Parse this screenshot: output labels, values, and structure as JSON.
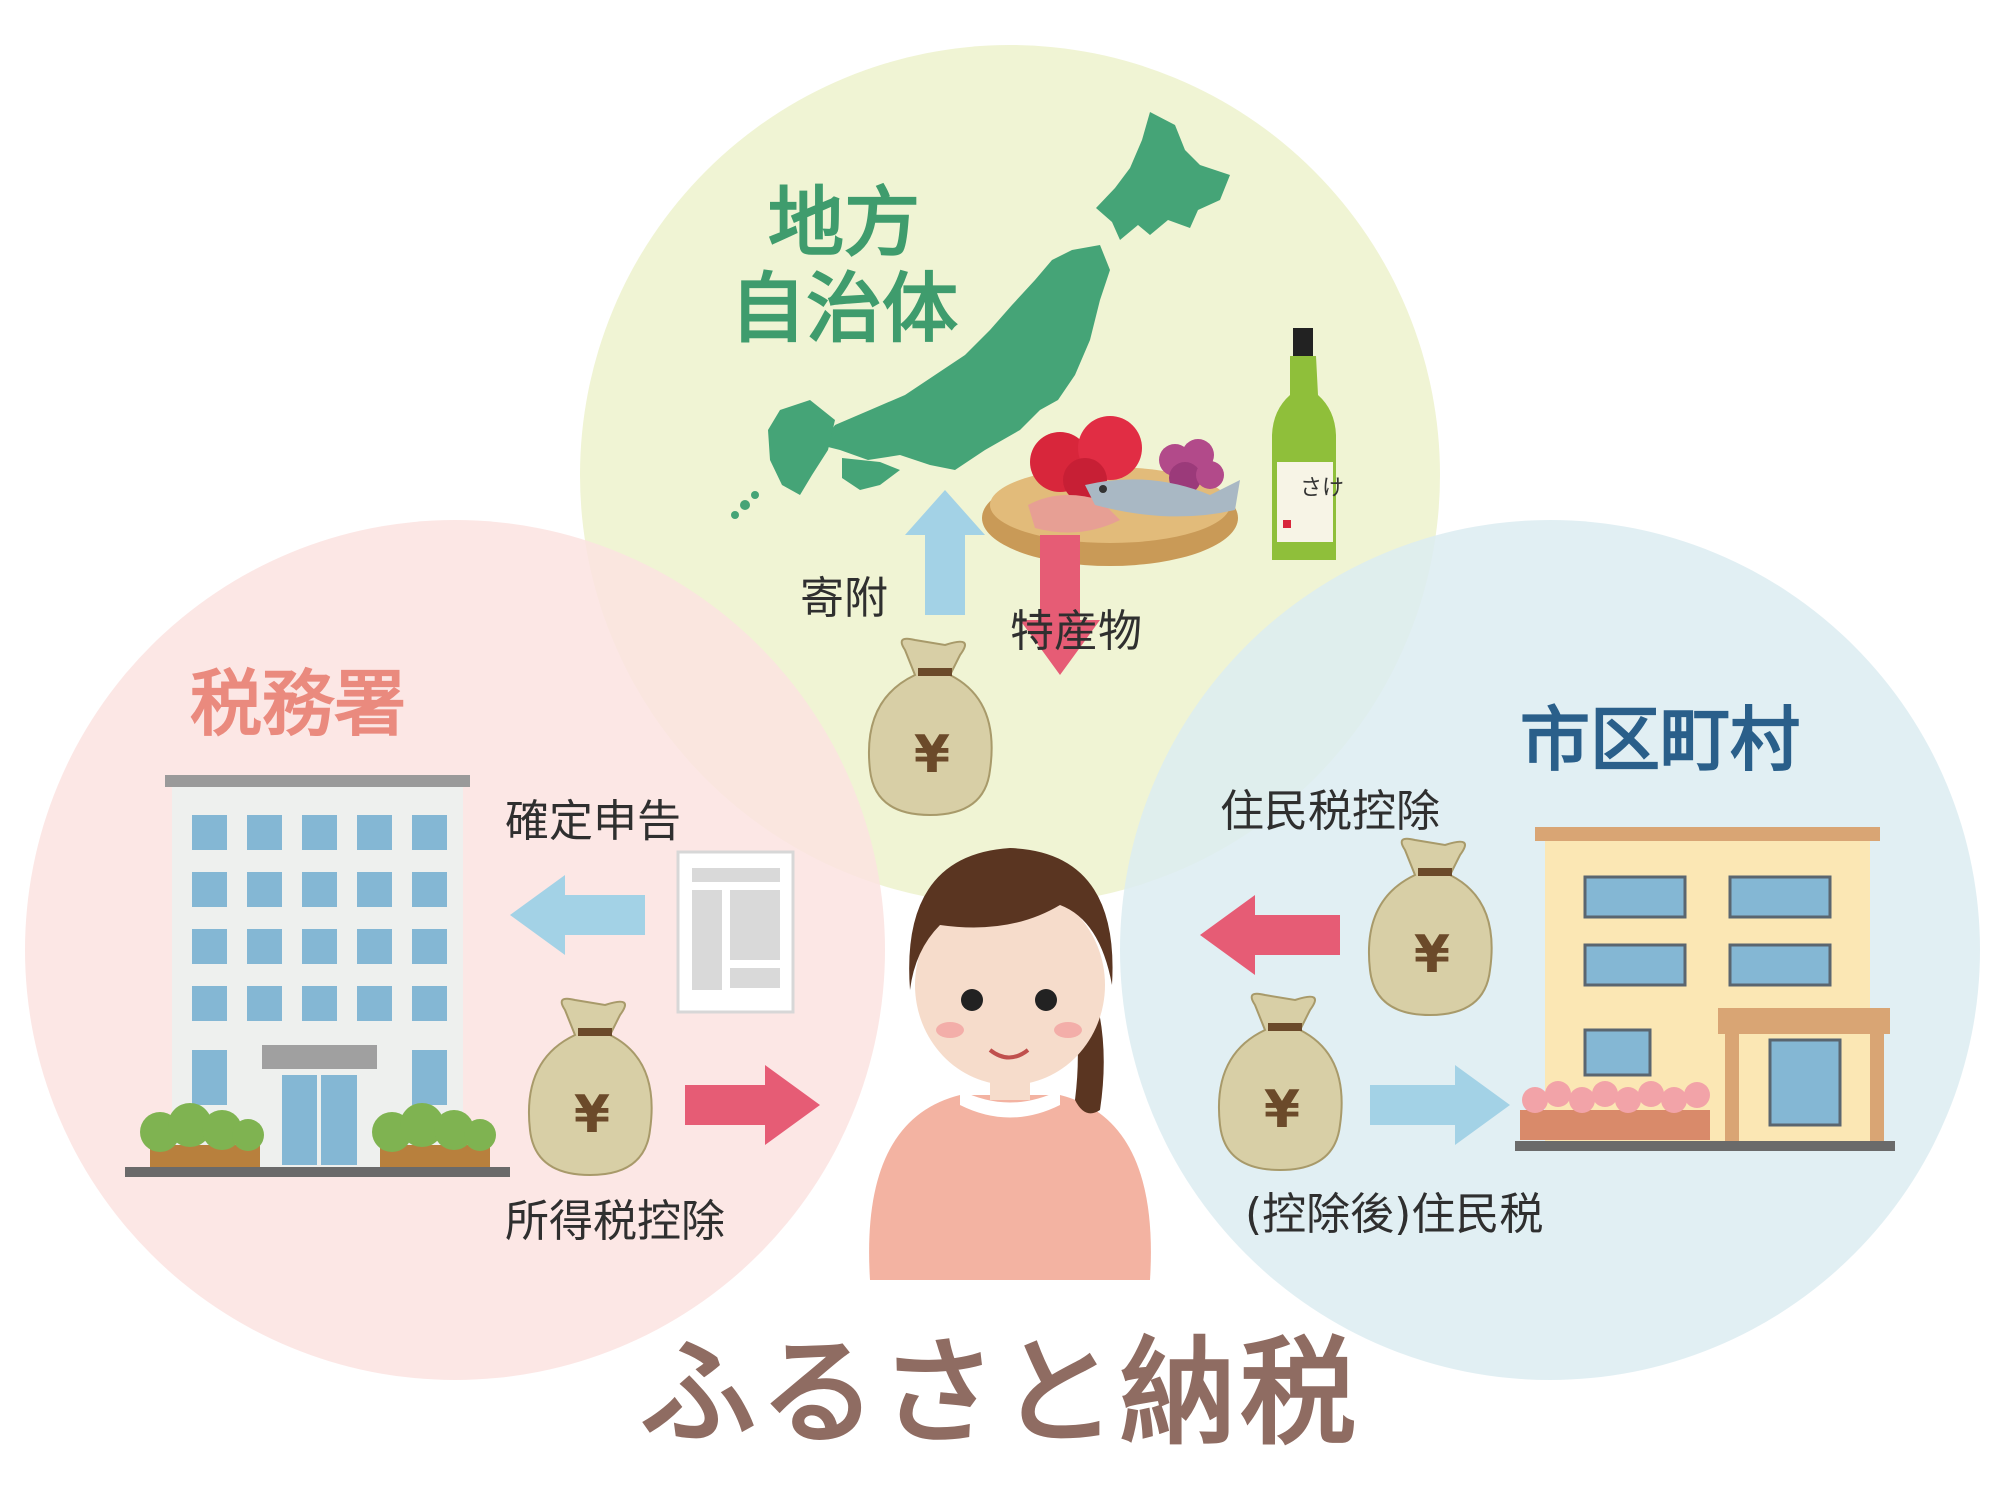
{
  "title": "ふるさと納税",
  "nodes": {
    "local_gov": {
      "line1": "地方",
      "line2": "自治体",
      "color": "#3f9c6d"
    },
    "tax_office": {
      "label": "税務署",
      "color": "#ea8a7e"
    },
    "municipality": {
      "label": "市区町村",
      "color": "#2a5f8a"
    }
  },
  "flows": {
    "donation": "寄附",
    "specialty": "特産物",
    "tax_return": "確定申告",
    "income_tax_deduction": "所得税控除",
    "resident_tax_deduction": "住民税控除",
    "resident_tax_after": "(控除後)住民税"
  },
  "bottle_label": "さけ",
  "yen_symbol": "¥",
  "colors": {
    "circle_local": "#eff3d0",
    "circle_tax": "#fbe3e0",
    "circle_city": "#dcecf1",
    "arrow_blue": "#a3d2e6",
    "arrow_red": "#e65c75",
    "title": "#8f6c62",
    "bag": "#d8cfa6",
    "yen": "#6b4a2a"
  },
  "icons": [
    "japan-map-icon",
    "specialty-products-icon",
    "sake-bottle-icon",
    "tax-office-building-icon",
    "city-hall-building-icon",
    "document-icon",
    "money-bag-icon",
    "person-icon"
  ]
}
